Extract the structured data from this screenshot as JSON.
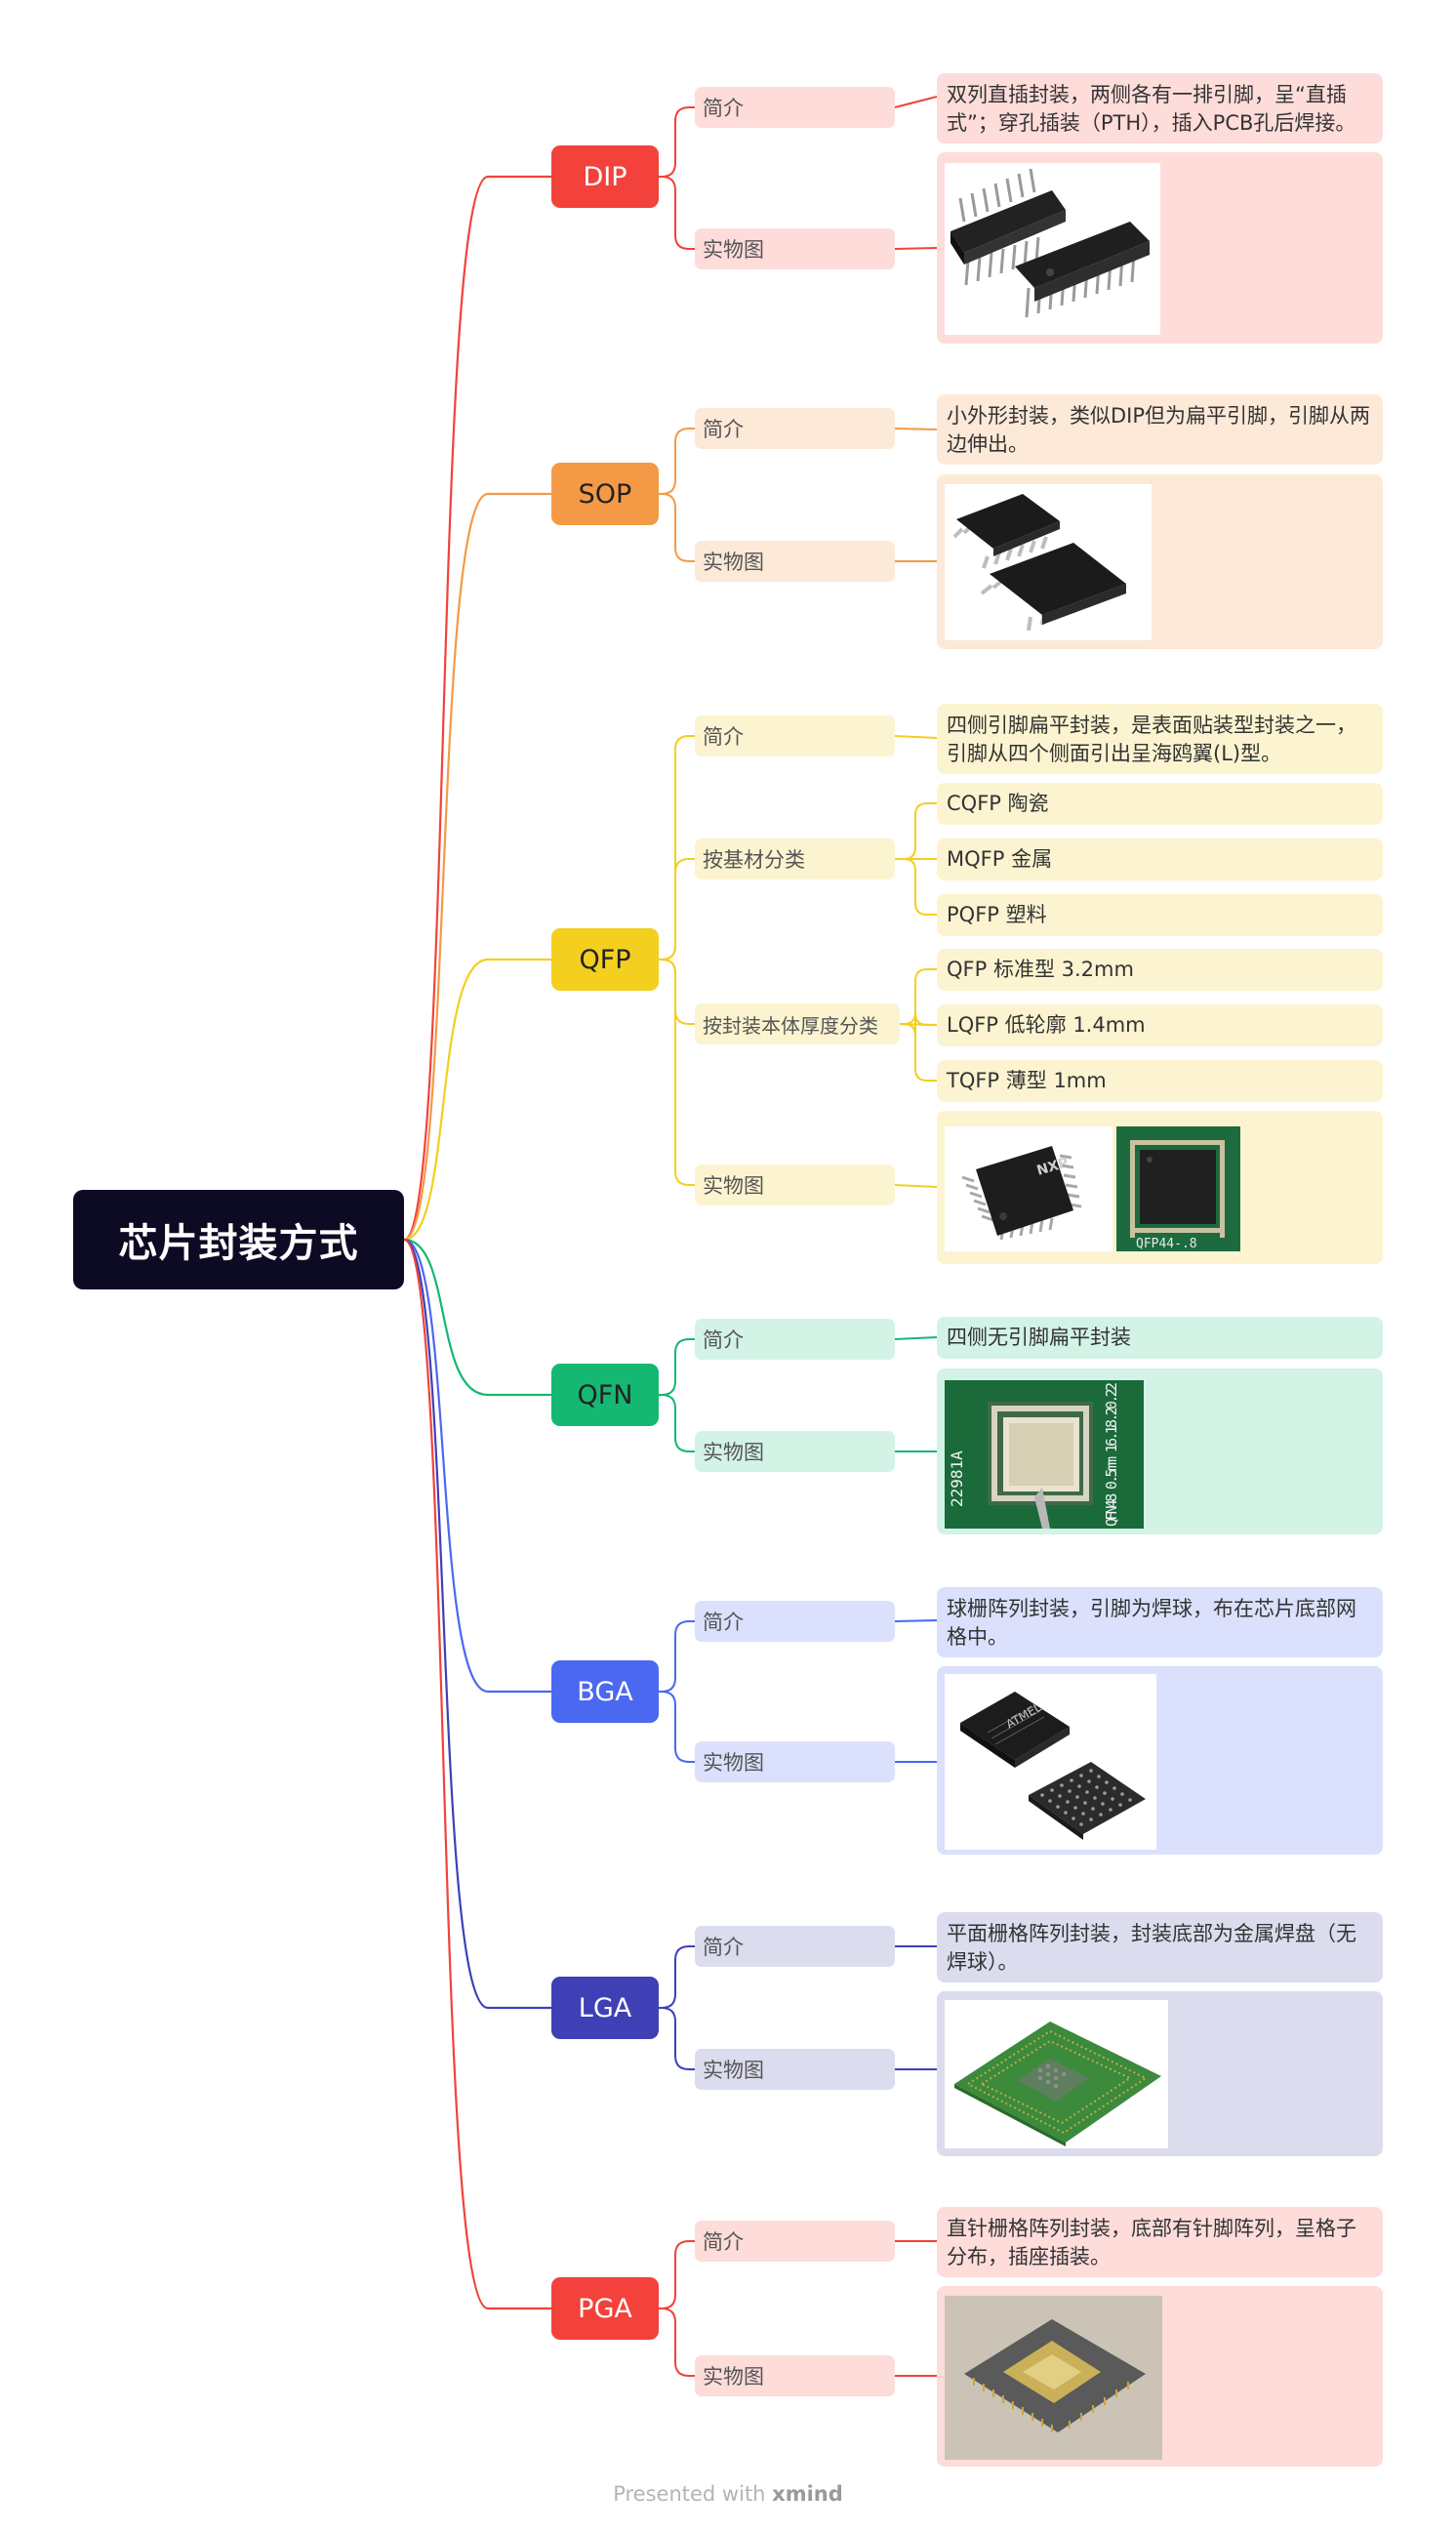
{
  "root": {
    "label": "芯片封装方式"
  },
  "branches": [
    {
      "label": "DIP",
      "color": "#f2423b",
      "tint": "#fddcda",
      "intro_label": "简介",
      "intro": "双列直插封装，两侧各有一排引脚，呈“直插式”；穿孔插装（PTH），插入PCB孔后焊接。",
      "photo_label": "实物图"
    },
    {
      "label": "SOP",
      "color": "#f49a46",
      "tint": "#fde9d8",
      "intro_label": "简介",
      "intro": "小外形封装，类似DIP但为扁平引脚，引脚从两边伸出。",
      "photo_label": "实物图"
    },
    {
      "label": "QFP",
      "color": "#f3cf1f",
      "tint": "#fcf4d0",
      "intro_label": "简介",
      "intro": "四侧引脚扁平封装，是表面贴装型封装之一，引脚从四个侧面引出呈海鸥翼(L)型。",
      "material_label": "按基材分类",
      "materials": [
        "CQFP 陶瓷",
        "MQFP 金属",
        "PQFP 塑料"
      ],
      "thickness_label": "按封装本体厚度分类",
      "thickness": [
        "QFP 标准型 3.2mm",
        "LQFP 低轮廓 1.4mm",
        "TQFP 薄型 1mm"
      ],
      "photo_label": "实物图",
      "pcb_label": "QFP44-.8"
    },
    {
      "label": "QFN",
      "color": "#14b872",
      "tint": "#d3f3e6",
      "intro_label": "简介",
      "intro": "四侧无引脚扁平封装",
      "photo_label": "实物图",
      "pcb_label_left": "22981A",
      "pcb_label_right": "QFN48 0.5mm 16.18.20.22"
    },
    {
      "label": "BGA",
      "color": "#4b68f1",
      "tint": "#dbe1fc",
      "intro_label": "简介",
      "intro": "球栅阵列封装，引脚为焊球，布在芯片底部网格中。",
      "photo_label": "实物图",
      "chip_text": "ATMEL"
    },
    {
      "label": "LGA",
      "color": "#3f40b5",
      "tint": "#dcdcef",
      "intro_label": "简介",
      "intro": "平面栅格阵列封装，封装底部为金属焊盘（无焊球）。",
      "photo_label": "实物图"
    },
    {
      "label": "PGA",
      "color": "#f2423b",
      "tint": "#fddcda",
      "intro_label": "简介",
      "intro": "直针栅格阵列封装，底部有针脚阵列，呈格子分布，插座插装。",
      "photo_label": "实物图"
    }
  ],
  "footer": {
    "prefix": "Presented with ",
    "brand": "xmind"
  }
}
